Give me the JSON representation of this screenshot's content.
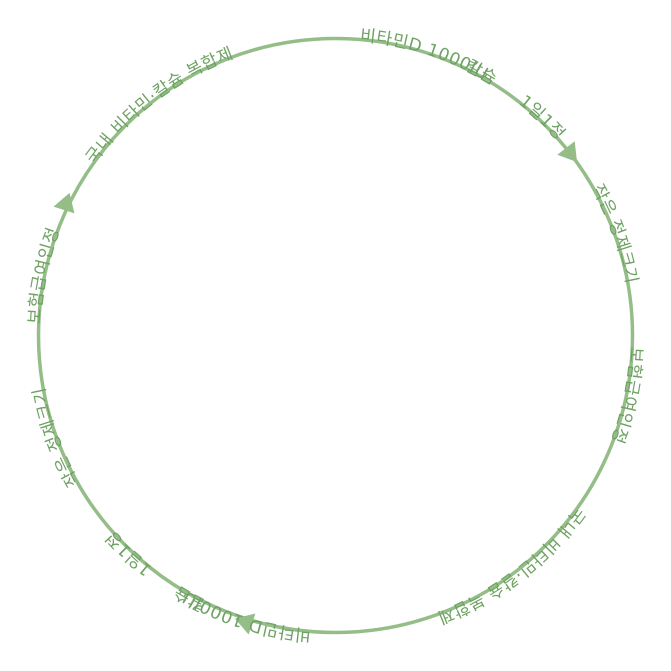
{
  "colors": {
    "accent": "#94bd88",
    "text": "#6ea262",
    "background": "#ffffff"
  },
  "ring": {
    "labels": {
      "vitamin": "비타민D 1000IU",
      "calcium": "칼슘",
      "daily": "1일1정",
      "small": "작은 정제크기",
      "insurance": "보험급여인정",
      "domestic": "국내 비타민·칼슘 복합제"
    },
    "arrow_icon": "triangle-arrow"
  }
}
